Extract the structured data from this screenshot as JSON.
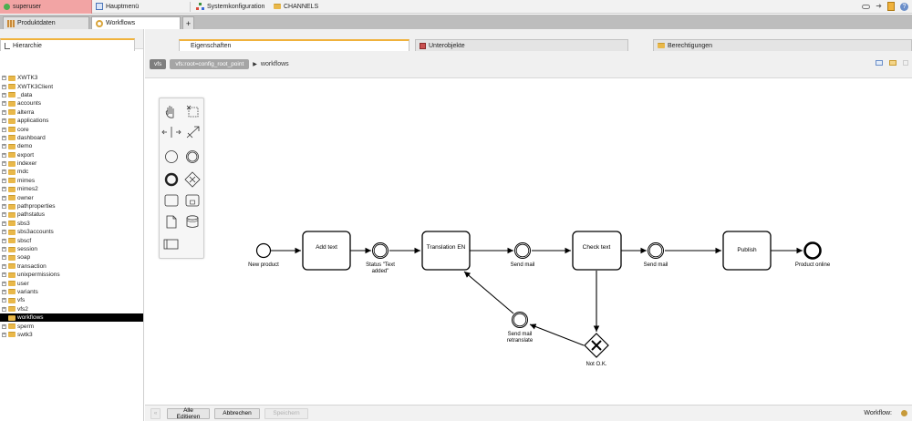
{
  "topbar": {
    "user": "superuser",
    "items": [
      {
        "label": "Hauptmenü",
        "icon": "window-icon"
      },
      {
        "label": "Systemkonfiguration",
        "icon": "sitemap-icon"
      },
      {
        "label": "CHANNELS",
        "icon": "folder-icon"
      }
    ],
    "right_icons": [
      "link-icon",
      "arrow-icon",
      "note-icon",
      "help-icon"
    ]
  },
  "doc_tabs": [
    {
      "label": "Produktdaten",
      "icon": "grid-icon",
      "active": false
    },
    {
      "label": "Workflows",
      "icon": "gear-icon",
      "active": true
    }
  ],
  "doc_tab_add": "+",
  "left": {
    "tab_label": "Hierarchie",
    "tree": [
      "XWTK3",
      "XWTK3Client",
      "_data",
      "accounts",
      "alterra",
      "applications",
      "core",
      "dashboard",
      "demo",
      "export",
      "indexer",
      "mdc",
      "mimes",
      "mimes2",
      "owner",
      "pathproperties",
      "pathstatus",
      "sbs3",
      "sbs3accounts",
      "sbscf",
      "session",
      "soap",
      "transaction",
      "unixpermissions",
      "user",
      "variants",
      "vfs",
      "vfs2",
      "workflows",
      "sperm",
      "swtk3"
    ],
    "selected": "workflows"
  },
  "main_tabs": [
    {
      "label": "Eigenschaften",
      "active": true
    },
    {
      "label": "Unterobjekte",
      "active": false
    },
    {
      "label": "Berechtigungen",
      "active": false
    }
  ],
  "breadcrumb": {
    "root": "vfs",
    "segment": "vfs:root=config_root_point",
    "current": "workflows"
  },
  "diagram": {
    "tasks": [
      "Add text",
      "Translation EN",
      "Check text",
      "Publish"
    ],
    "events": {
      "start": "New product",
      "status_line1": "Status \"Text",
      "status_line2": "added\"",
      "send_mail_1": "Send mail",
      "send_mail_2": "Send mail",
      "retranslate_line1": "Send mail",
      "retranslate_line2": "retranslate",
      "gateway": "Not O.K.",
      "end": "Product online"
    },
    "colors": {
      "stroke": "#000000",
      "task_fill": "#ffffff"
    }
  },
  "bottom": {
    "small_button": "«",
    "buttons": [
      "Alle Editieren",
      "Abbrechen",
      "Speichern"
    ],
    "workflow_label": "Workflow:"
  }
}
